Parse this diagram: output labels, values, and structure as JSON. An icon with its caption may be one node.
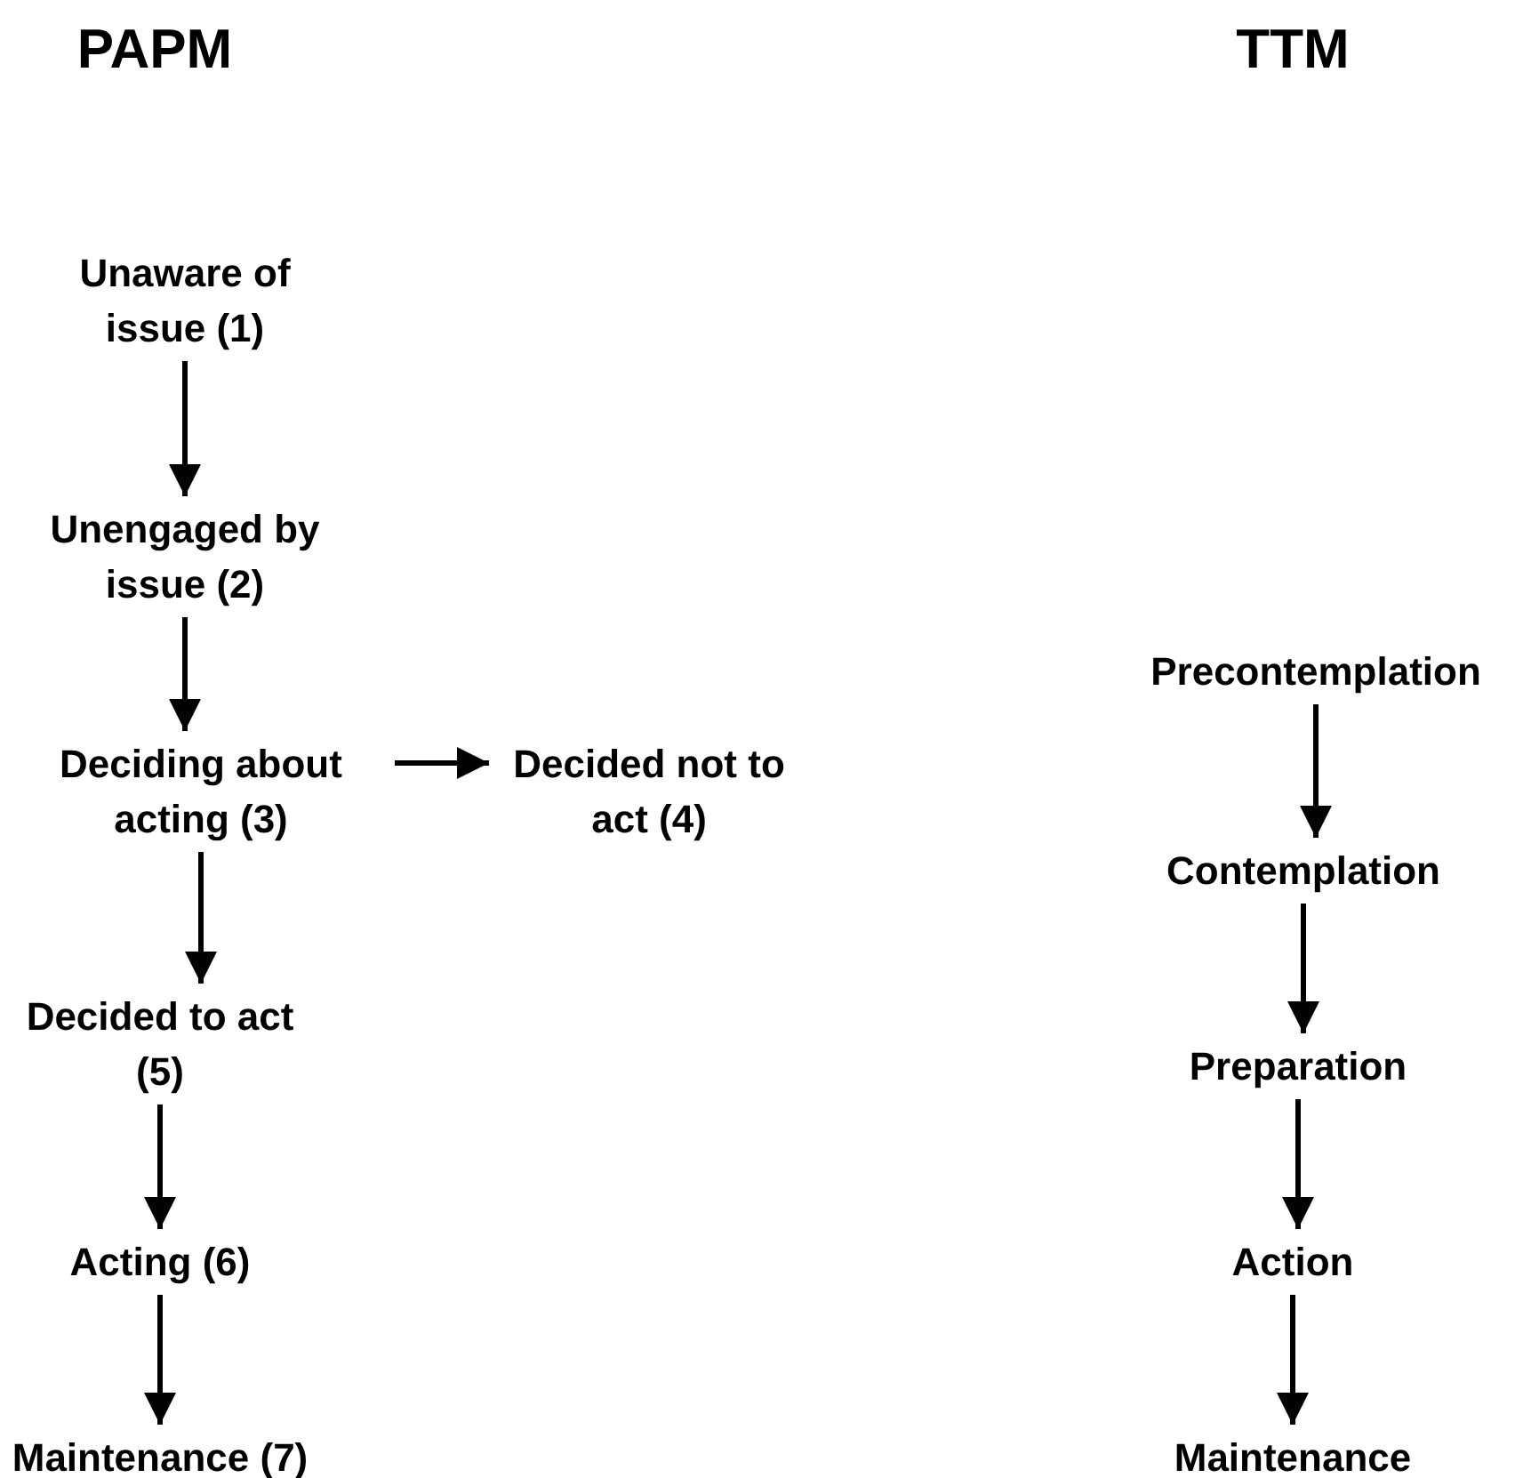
{
  "diagram": {
    "nodes": [
      {
        "text": [
          "Unaware of issue (1)"
        ]
      },
      {
        "text": [
          "Unengaged by issue (2)"
        ]
      },
      {
        "text": [
          "Deciding about acting (3)"
        ]
      },
      {
        "text": [
          "Decided not to act (4)"
        ]
      },
      {
        "text": [
          "Decided to act (5)"
        ]
      },
      {
        "text": [
          "Acting (6)"
        ]
      },
      {
        "text": [
          "Maintenance (7)"
        ]
      },
      {
        "text": [
          "Precontemplation"
        ]
      },
      {
        "text": [
          "Contemplation"
        ]
      },
      {
        "text": [
          "Preparation"
        ]
      },
      {
        "text": [
          "Action"
        ]
      },
      {
        "text": [
          "Maintenance"
        ]
      }
    ],
    "edges": [
      {
        "from": 0,
        "to": 1,
        "arrow": "to"
      },
      {
        "from": 1,
        "to": 2,
        "arrow": "to"
      },
      {
        "from": 2,
        "to": 3,
        "arrow": "to"
      },
      {
        "from": 2,
        "to": 4,
        "arrow": "to"
      },
      {
        "from": 4,
        "to": 5,
        "arrow": "to"
      },
      {
        "from": 5,
        "to": 6,
        "arrow": "to"
      },
      {
        "from": 7,
        "to": 8,
        "arrow": "to"
      },
      {
        "from": 8,
        "to": 9,
        "arrow": "to"
      },
      {
        "from": 9,
        "to": 10,
        "arrow": "to"
      },
      {
        "from": 10,
        "to": 11,
        "arrow": "to"
      }
    ],
    "labels": [
      "PAPM",
      "TTM"
    ]
  }
}
